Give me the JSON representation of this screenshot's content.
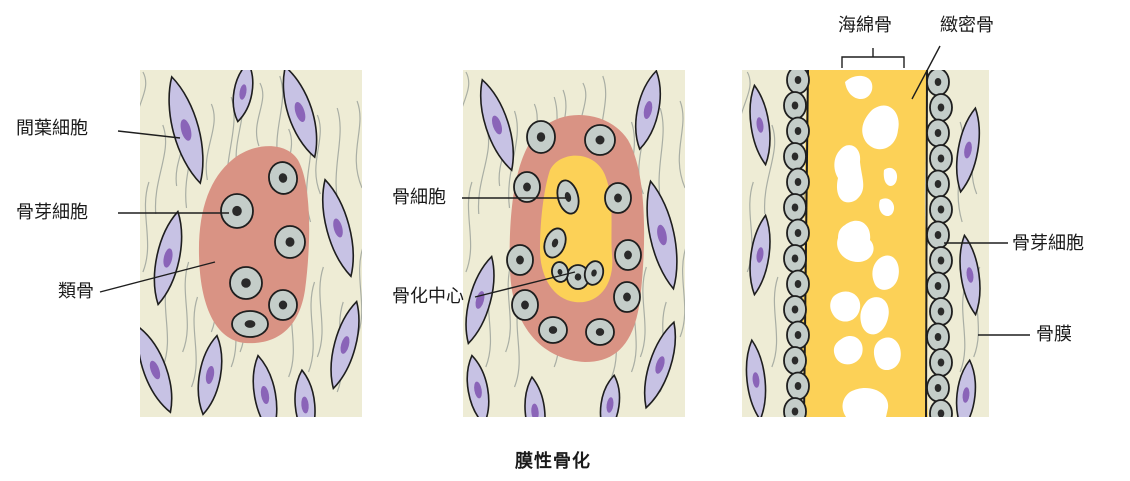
{
  "labels": {
    "mesenchymal_cell": "間葉細胞",
    "osteoblast_left": "骨芽細胞",
    "osteoid": "類骨",
    "osteocyte": "骨細胞",
    "ossification_center": "骨化中心",
    "spongy_bone": "海綿骨",
    "compact_bone": "緻密骨",
    "osteoblast_right": "骨芽細胞",
    "periosteum": "骨膜"
  },
  "caption": "膜性骨化",
  "colors": {
    "tissue_bg": "#eeecd5",
    "fiber": "#a9aea4",
    "mesenchymal_cell_fill": "#c7c2e4",
    "mesenchymal_nucleus": "#8a64b8",
    "osteoid": "#d99384",
    "osteoblast_fill": "#c4cdc9",
    "bone_yellow": "#fcd157",
    "cavity": "#ffffff",
    "outline": "#1e1e1e"
  },
  "icons": [
    "spindle-cell-icon",
    "round-cell-icon"
  ]
}
